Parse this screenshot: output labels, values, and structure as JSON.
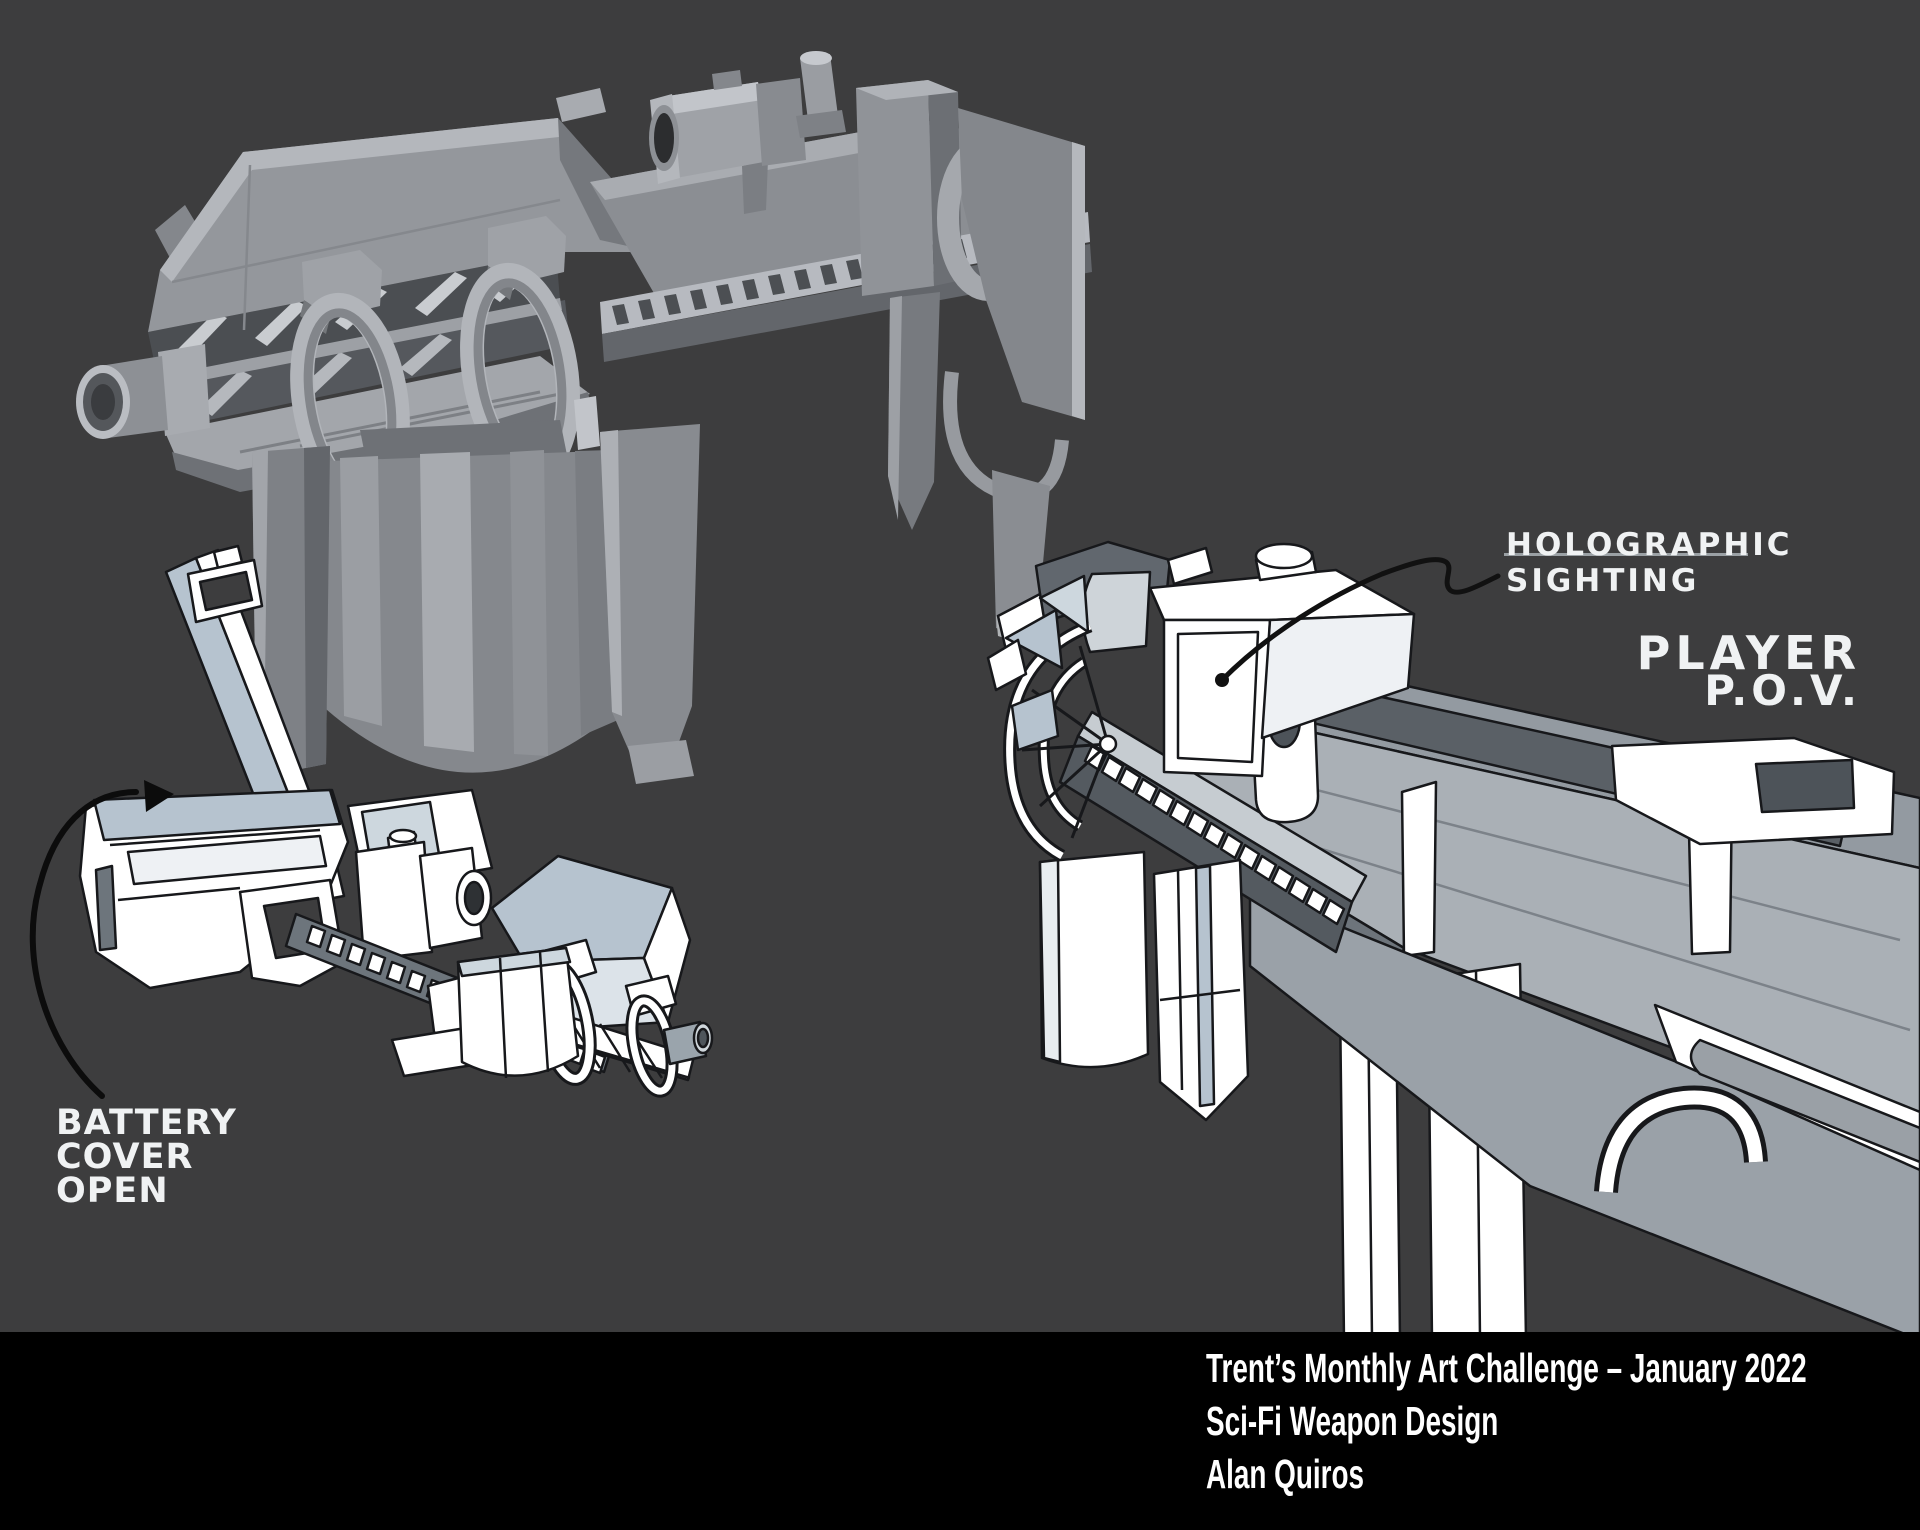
{
  "artwork": {
    "background_color": "#3d3d3e",
    "bottom_bar_color": "#000000",
    "outline_color": "#17181b",
    "annotation_text_color": "#f0f2f3",
    "credit_text_color": "#ffffff"
  },
  "annotations": {
    "holographic_sighting": {
      "line1": "HOLOGRAPHIC",
      "line2": "SIGHTING"
    },
    "player_pov": {
      "line1": "PLAYER",
      "line2": "P.O.V."
    },
    "battery_cover": {
      "line1": "BATTERY",
      "line2": "COVER",
      "line3": "OPEN"
    }
  },
  "credits": {
    "line1": "Trent’s Monthly Art Challenge – January 2022",
    "line2": "Sci-Fi Weapon Design",
    "line3": "Alan Quiros"
  }
}
